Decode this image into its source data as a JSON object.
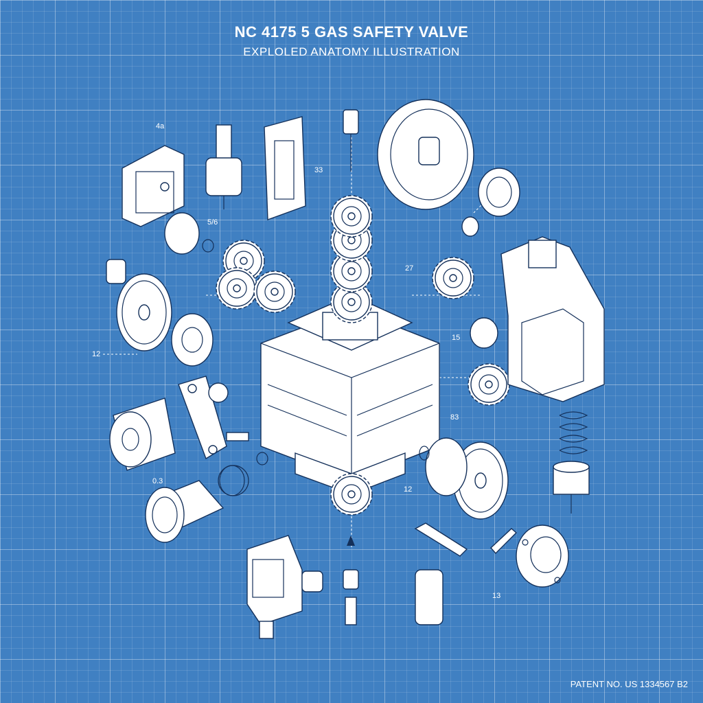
{
  "sheet": {
    "title": "NC 4175 5 GAS SAFETY VALVE",
    "subtitle": "EXPLOLED ANATOMY ILLUSTRATION",
    "patent": "PATENT NO. US 1334567 B2"
  },
  "callouts": [
    "4a",
    "33",
    "5/6",
    "27",
    "12",
    "15",
    "83",
    "0.3",
    "12",
    "13"
  ],
  "colors": {
    "background": "#4080c2",
    "grid": "#a9c8ea",
    "line": "#14305a",
    "part_fill": "#ffffff"
  }
}
